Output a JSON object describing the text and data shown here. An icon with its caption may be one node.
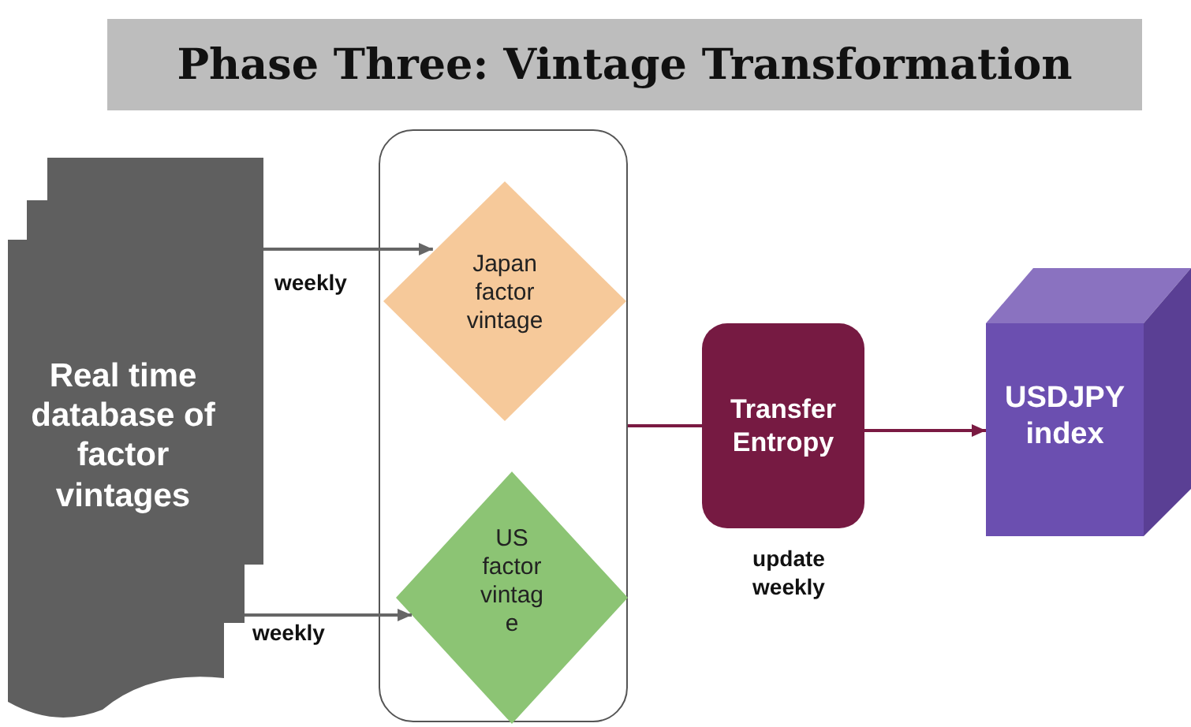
{
  "diagram": {
    "title": "Phase Three: Vintage Transformation",
    "nodes": [
      {
        "text": [
          "Real time database of factor vintages"
        ]
      },
      {
        "text": [],
        "shape": "box"
      },
      {
        "text": [
          "Japan factor vintage"
        ],
        "in": 1
      },
      {
        "text": [
          "US factor vintag e"
        ],
        "in": 1
      },
      {
        "text": [
          "Transfer Entropy"
        ],
        "beside": [
          "update weekly"
        ]
      },
      {
        "text": [
          "USDJPY index"
        ]
      }
    ],
    "edges": [
      {
        "from": 0,
        "to": 2,
        "arrow": "to",
        "label": "weekly"
      },
      {
        "from": 0,
        "to": 3,
        "arrow": "to",
        "label": "weekly"
      },
      {
        "from": 1,
        "to": 4,
        "arrow": "none",
        "color": "#7a1a42"
      },
      {
        "from": 4,
        "to": 5,
        "arrow": "to",
        "color": "#7a1a42"
      }
    ]
  }
}
